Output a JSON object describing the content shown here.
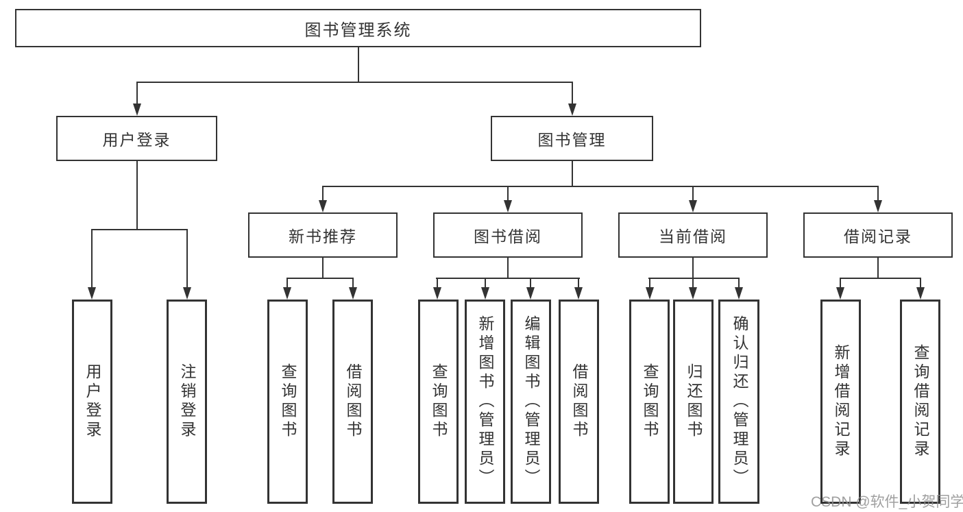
{
  "tree": {
    "label": "图书管理系统",
    "children": [
      {
        "label": "用户登录",
        "children": [
          {
            "label": "用户登录"
          },
          {
            "label": "注销登录"
          }
        ]
      },
      {
        "label": "图书管理",
        "children": [
          {
            "label": "新书推荐",
            "children": [
              {
                "label": "查询图书"
              },
              {
                "label": "借阅图书"
              }
            ]
          },
          {
            "label": "图书借阅",
            "children": [
              {
                "label": "查询图书"
              },
              {
                "label": "新增图书（管理员）"
              },
              {
                "label": "编辑图书（管理员）"
              },
              {
                "label": "借阅图书"
              }
            ]
          },
          {
            "label": "当前借阅",
            "children": [
              {
                "label": "查询图书"
              },
              {
                "label": "归还图书"
              },
              {
                "label": "确认归还（管理员）"
              }
            ]
          },
          {
            "label": "借阅记录",
            "children": [
              {
                "label": "新增借阅记录"
              },
              {
                "label": "查询借阅记录"
              }
            ]
          }
        ]
      }
    ]
  },
  "watermark": "CSDN @软件_小贺同学",
  "colors": {
    "line": "#333333",
    "text": "#333333",
    "watermark": "#8f8f8f",
    "background": "#ffffff"
  }
}
